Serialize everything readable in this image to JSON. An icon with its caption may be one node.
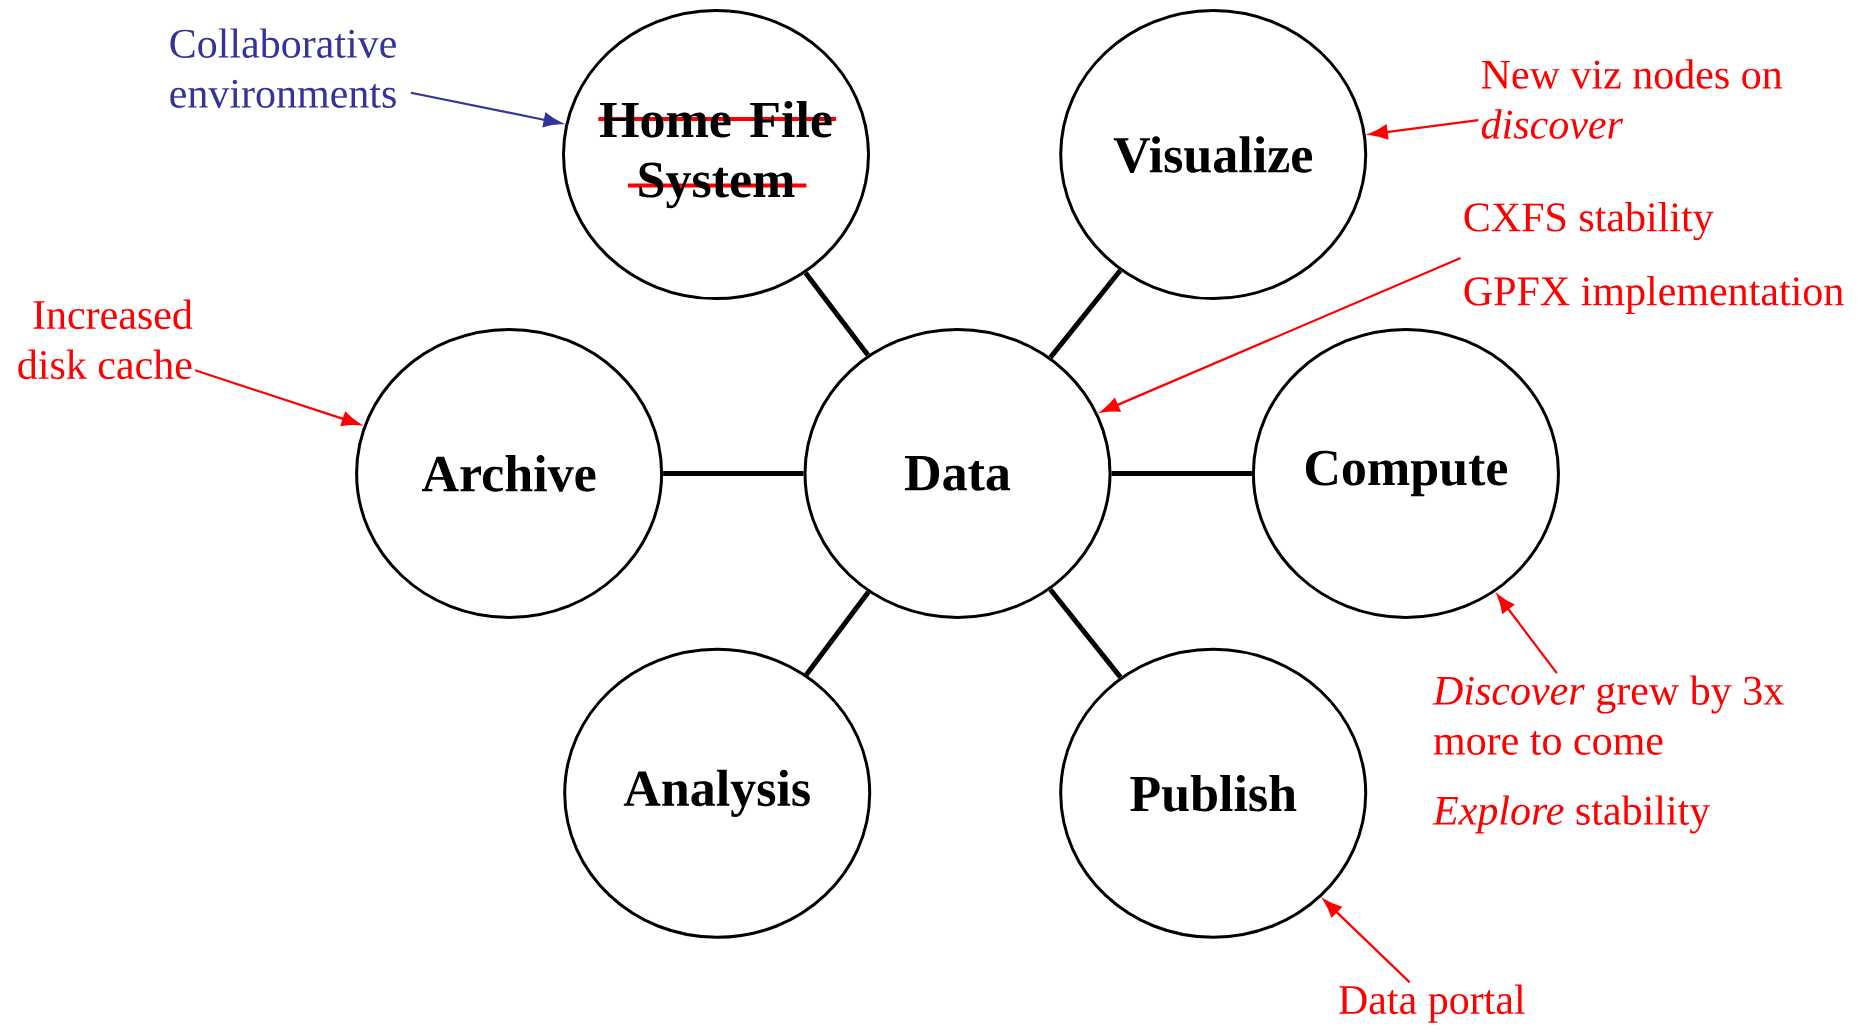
{
  "diagram": {
    "nodes": [
      {
        "text": [
          "Home File System"
        ]
      },
      {
        "text": [
          "Visualize"
        ]
      },
      {
        "text": [
          "Archive"
        ]
      },
      {
        "text": [
          "Data"
        ]
      },
      {
        "text": [
          "Compute"
        ]
      },
      {
        "text": [
          "Analysis"
        ]
      },
      {
        "text": [
          "Publish"
        ]
      },
      {
        "text": [
          "Collaborative environments"
        ]
      },
      {
        "text": [
          "Increased disk cache"
        ]
      },
      {
        "text": [
          "New viz nodes on *discover*"
        ]
      },
      {
        "text": [
          "CXFS stability",
          "GPFX implementation"
        ]
      },
      {
        "text": [
          "*Discover* grew by 3x more to come",
          "*Explore* stability"
        ]
      },
      {
        "text": [
          "Data portal"
        ]
      }
    ],
    "edges": [
      {
        "from": 3,
        "to": 0,
        "arrow": "none",
        "style": "thick"
      },
      {
        "from": 3,
        "to": 1,
        "arrow": "none",
        "style": "thick"
      },
      {
        "from": 3,
        "to": 2,
        "arrow": "none",
        "style": "thick"
      },
      {
        "from": 3,
        "to": 4,
        "arrow": "none",
        "style": "thick"
      },
      {
        "from": 3,
        "to": 5,
        "arrow": "none",
        "style": "thick"
      },
      {
        "from": 3,
        "to": 6,
        "arrow": "none",
        "style": "thick"
      },
      {
        "from": 7,
        "to": 0,
        "arrow": "to",
        "color": "#333399"
      },
      {
        "from": 8,
        "to": 2,
        "arrow": "to",
        "color": "#ff0000"
      },
      {
        "from": 9,
        "to": 1,
        "arrow": "to",
        "color": "#ff0000"
      },
      {
        "from": 10,
        "to": 3,
        "arrow": "to",
        "color": "#ff0000"
      },
      {
        "from": 11,
        "to": 4,
        "arrow": "to",
        "color": "#ff0000"
      },
      {
        "from": 12,
        "to": 6,
        "arrow": "to",
        "color": "#ff0000"
      }
    ]
  }
}
